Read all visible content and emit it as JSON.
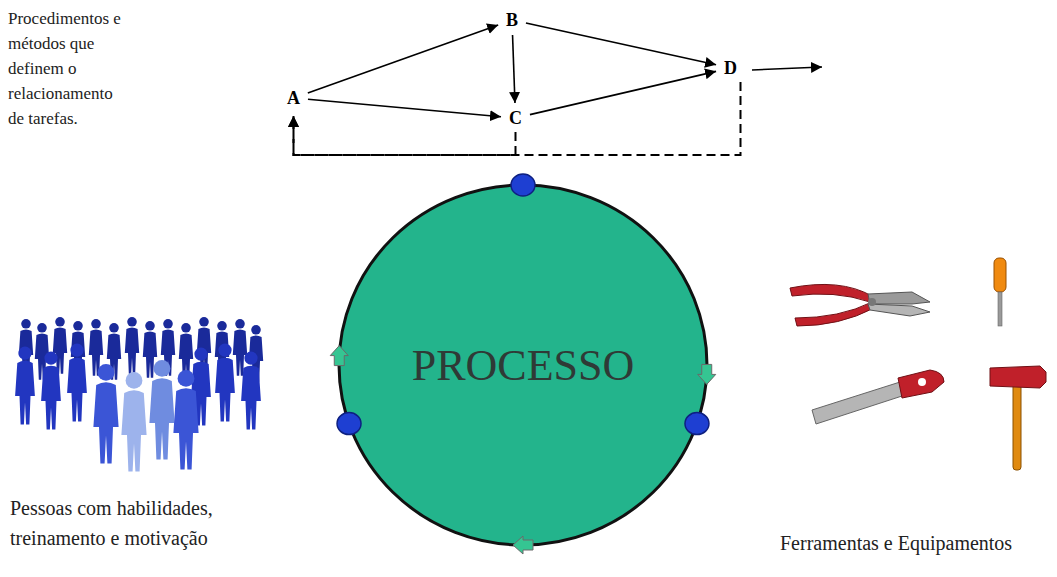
{
  "diagram": {
    "nodes": [
      {
        "text": [
          "A"
        ]
      },
      {
        "text": [
          "B"
        ]
      },
      {
        "text": [
          "C"
        ]
      },
      {
        "text": [
          "D"
        ]
      },
      {
        "text": [
          "PROCESSO"
        ]
      }
    ],
    "edges": [
      {
        "from": 0,
        "to": 1,
        "arrow": "to"
      },
      {
        "from": 0,
        "to": 2,
        "arrow": "to"
      },
      {
        "from": 1,
        "to": 2,
        "arrow": "to"
      },
      {
        "from": 1,
        "to": 3,
        "arrow": "to"
      },
      {
        "from": 2,
        "to": 3,
        "arrow": "to"
      },
      {
        "from": 3,
        "to": 0,
        "arrow": "to"
      },
      {
        "from": 2,
        "to": 0,
        "arrow": "to"
      }
    ],
    "labels": [
      "Procedimentos e métodos que definem o relacionamento de tarefas.",
      "Pessoas com habilidades, treinamento e motivação",
      "Ferramentas e Equipamentos"
    ]
  }
}
